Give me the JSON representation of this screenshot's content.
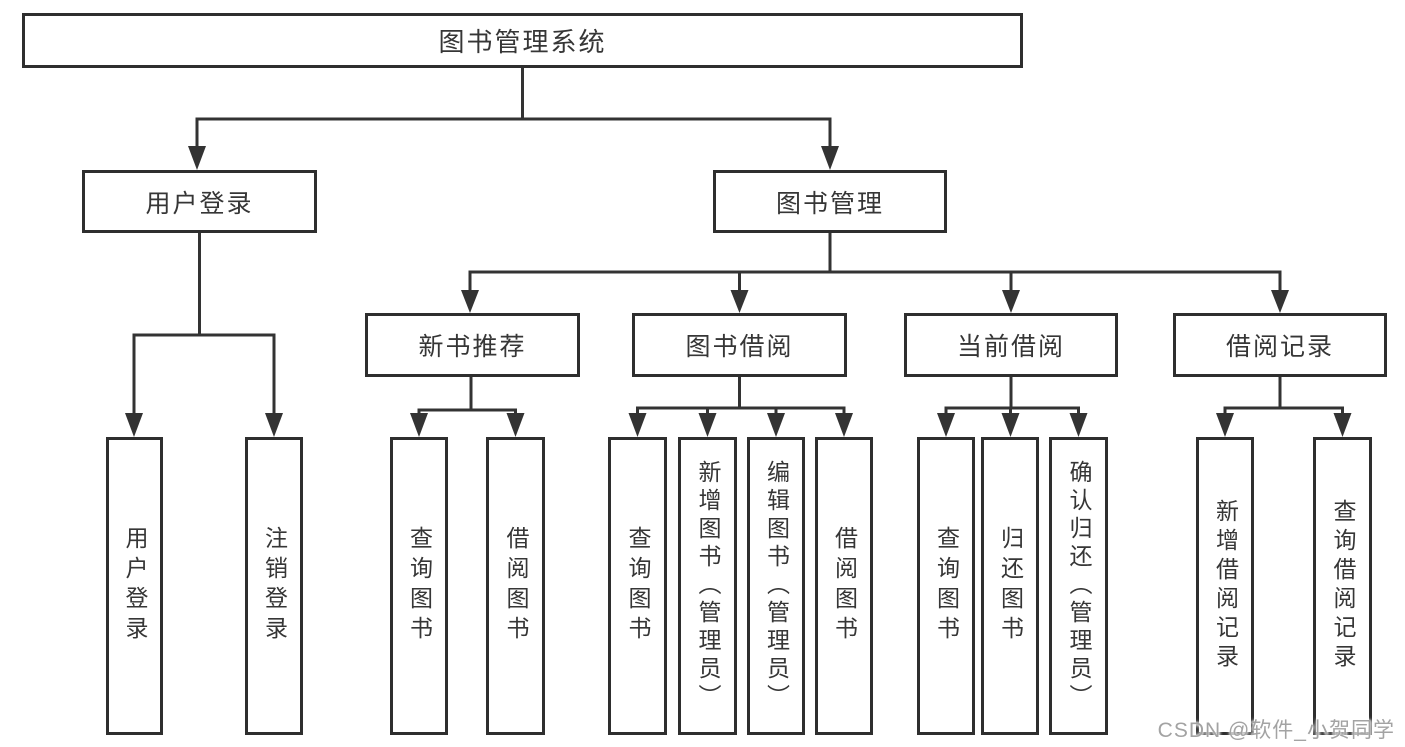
{
  "diagram": {
    "type": "hierarchy-tree",
    "watermark": "CSDN @软件_小贺同学",
    "colors": {
      "background": "#ffffff",
      "line": "#333333",
      "box_border": "#2e2e2e",
      "box_fill": "#ffffff",
      "text": "#363636",
      "watermark_text": "#a3a3a3"
    },
    "nodes": {
      "root": {
        "label": "图书管理系统"
      },
      "branch_user_login": {
        "label": "用户登录"
      },
      "branch_book_mgmt": {
        "label": "图书管理"
      },
      "group_new_book": {
        "label": "新书推荐"
      },
      "group_book_borrow": {
        "label": "图书借阅"
      },
      "group_current_borrow": {
        "label": "当前借阅"
      },
      "group_borrow_record": {
        "label": "借阅记录"
      },
      "leaf_user_login": {
        "label": "用户登录"
      },
      "leaf_logout": {
        "label": "注销登录"
      },
      "leaf_nb_query": {
        "label": "查询图书"
      },
      "leaf_nb_borrow": {
        "label": "借阅图书"
      },
      "leaf_bb_query": {
        "label": "查询图书"
      },
      "leaf_bb_add": {
        "label": "新增图书（管理员）"
      },
      "leaf_bb_edit": {
        "label": "编辑图书（管理员）"
      },
      "leaf_bb_borrow": {
        "label": "借阅图书"
      },
      "leaf_cb_query": {
        "label": "查询图书"
      },
      "leaf_cb_return": {
        "label": "归还图书"
      },
      "leaf_cb_confirm": {
        "label": "确认归还（管理员）"
      },
      "leaf_br_add": {
        "label": "新增借阅记录"
      },
      "leaf_br_query": {
        "label": "查询借阅记录"
      }
    },
    "edges": [
      "图书管理系统→用户登录",
      "图书管理系统→图书管理",
      "用户登录→用户登录",
      "用户登录→注销登录",
      "图书管理→新书推荐",
      "图书管理→图书借阅",
      "图书管理→当前借阅",
      "图书管理→借阅记录",
      "新书推荐→查询图书",
      "新书推荐→借阅图书",
      "图书借阅→查询图书",
      "图书借阅→新增图书（管理员）",
      "图书借阅→编辑图书（管理员）",
      "图书借阅→借阅图书",
      "当前借阅→查询图书",
      "当前借阅→归还图书",
      "当前借阅→确认归还（管理员）",
      "借阅记录→新增借阅记录",
      "借阅记录→查询借阅记录"
    ]
  }
}
